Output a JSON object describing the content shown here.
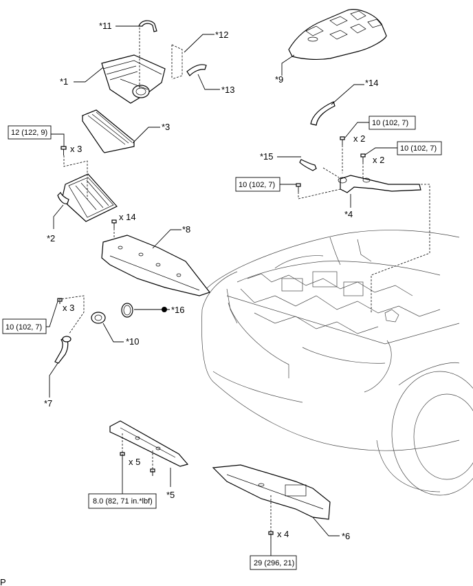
{
  "callouts": {
    "c1": "*1",
    "c2": "*2",
    "c3": "*3",
    "c4": "*4",
    "c5": "*5",
    "c6": "*6",
    "c7": "*7",
    "c8": "*8",
    "c9": "*9",
    "c10": "*10",
    "c11": "*11",
    "c12": "*12",
    "c13": "*13",
    "c14": "*14",
    "c15": "*15",
    "c16": "*16"
  },
  "torque_specs": {
    "t_122": "12 (122, 9)",
    "t_102_left": "10 (102, 7)",
    "t_102_a": "10 (102, 7)",
    "t_102_b": "10 (102, 7)",
    "t_102_c": "10 (102, 7)",
    "t_82": "8.0 (82, 71 in.*lbf)",
    "t_296": "29 (296, 21)"
  },
  "quantities": {
    "q_bolts_filter": "x 3",
    "q_bolts_14": "x 14",
    "q_bolts_left3": "x 3",
    "q_bolts_a": "x 2",
    "q_bolts_b": "x 2",
    "q_bolts_5": "x 5",
    "q_bolts_4": "x 4"
  },
  "footer": {
    "code": "P"
  }
}
